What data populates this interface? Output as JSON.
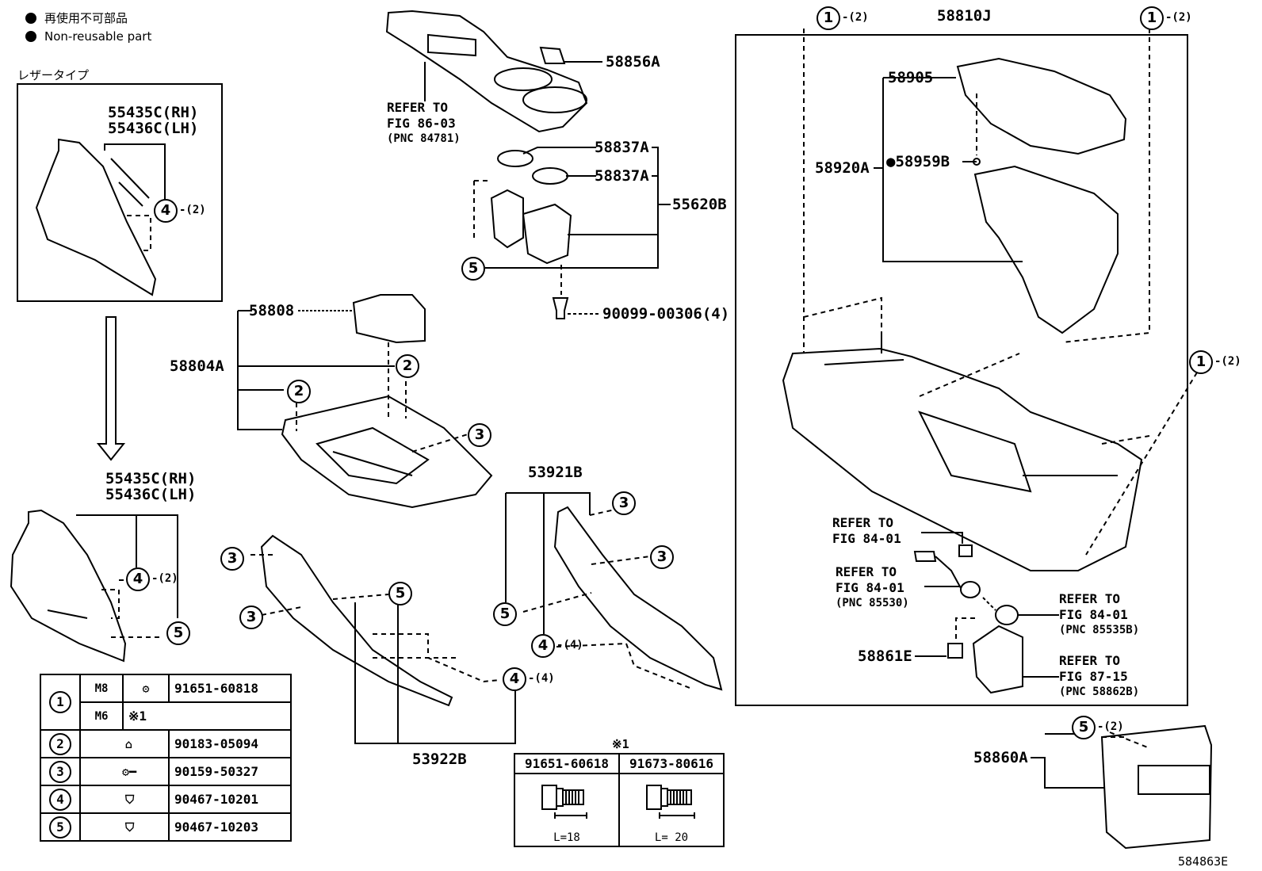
{
  "legend": {
    "items": [
      {
        "text": "再使用不可部品"
      },
      {
        "text": "Non-reusable part"
      }
    ],
    "leather_type": "レザータイプ"
  },
  "labels": {
    "p55435c_top": "55435C(RH)",
    "p55436c_top": "55436C(LH)",
    "p55435c_bot": "55435C(RH)",
    "p55436c_bot": "55436C(LH)",
    "p58856a": "58856A",
    "p58837a_1": "58837A",
    "p58837a_2": "58837A",
    "p55620b": "55620B",
    "p90099": "90099-00306(4)",
    "p58808": "58808",
    "p58804a": "58804A",
    "p53921b": "53921B",
    "p53922b": "53922B",
    "p58810j": "58810J",
    "p58905": "58905",
    "p58920a": "58920A",
    "p58959b": "●58959B",
    "p58861e": "58861E",
    "p58860a": "58860A",
    "image_code": "584863E"
  },
  "refs": {
    "r1": {
      "l1": "REFER TO",
      "l2": "FIG 86-03",
      "l3": "(PNC 84781)"
    },
    "r2": {
      "l1": "REFER TO",
      "l2": "FIG 84-01"
    },
    "r3": {
      "l1": "REFER TO",
      "l2": "FIG 84-01",
      "l3": "(PNC 85530)"
    },
    "r4": {
      "l1": "REFER TO",
      "l2": "FIG 84-01",
      "l3": "(PNC 85535B)"
    },
    "r5": {
      "l1": "REFER TO",
      "l2": "FIG 87-15",
      "l3": "(PNC 58862B)"
    }
  },
  "callouts": {
    "c1": "①",
    "c2": "②",
    "c3": "③",
    "c4": "④",
    "c5": "⑤",
    "n1": "1",
    "n2": "2",
    "n3": "3",
    "n4": "4",
    "n5": "5",
    "q2": "-(2)",
    "q4": "-(4)"
  },
  "fastener_table": {
    "rows": [
      {
        "symbol": "①",
        "size": "M8",
        "icon": "bolt-icon",
        "part": "91651-60818"
      },
      {
        "symbol": "",
        "size": "M6",
        "icon": "",
        "part": "※1"
      },
      {
        "symbol": "②",
        "size": "",
        "icon": "clip-icon",
        "part": "90183-05094"
      },
      {
        "symbol": "③",
        "size": "",
        "icon": "screw-icon",
        "part": "90159-50327"
      },
      {
        "symbol": "④",
        "size": "",
        "icon": "clip-icon",
        "part": "90467-10201"
      },
      {
        "symbol": "⑤",
        "size": "",
        "icon": "clip-icon",
        "part": "90467-10203"
      }
    ]
  },
  "bolt_table": {
    "note": "※1",
    "cols": [
      {
        "part": "91651-60618",
        "length": "L=18"
      },
      {
        "part": "91673-80616",
        "length": "L= 20"
      }
    ]
  }
}
